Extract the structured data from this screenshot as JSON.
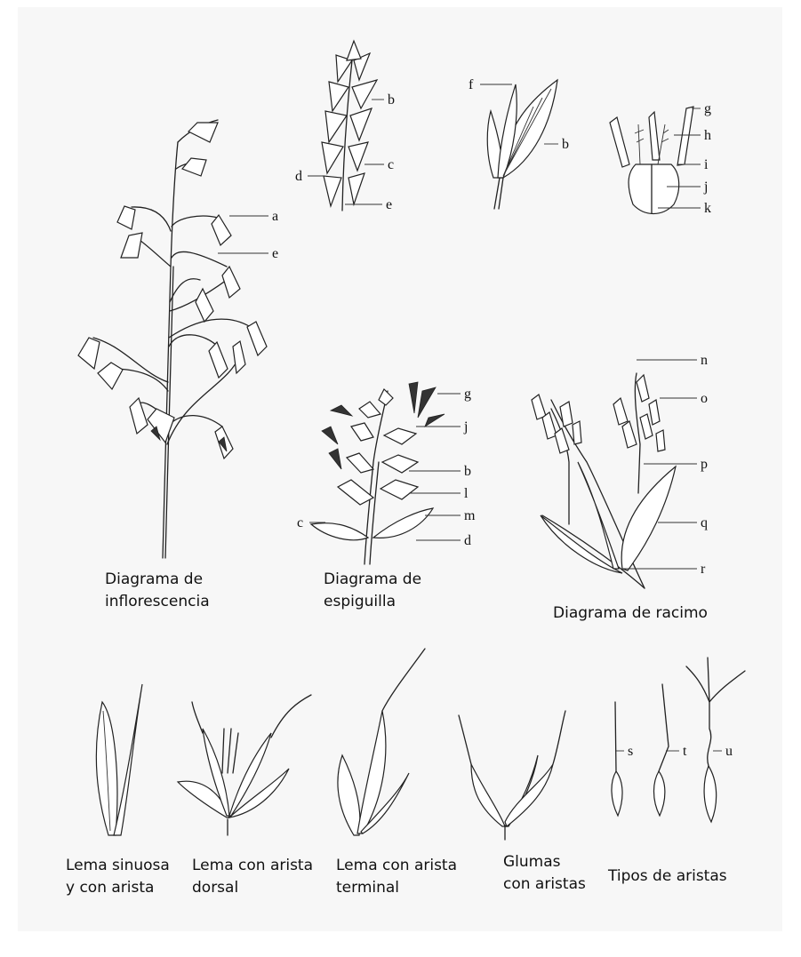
{
  "captions": {
    "inflorescence": [
      "Diagrama de",
      "inflorescencia"
    ],
    "spikelet": [
      "Diagrama de",
      "espiguilla"
    ],
    "raceme": "Diagrama de racimo",
    "lemma_sinuous": [
      "Lema sinuosa",
      "y con arista"
    ],
    "lemma_dorsal": [
      "Lema con arista",
      "dorsal"
    ],
    "lemma_terminal": [
      "Lema con arista",
      "terminal"
    ],
    "glumes": [
      "Glumas",
      "con aristas"
    ],
    "awn_types": "Tipos de aristas"
  },
  "labels": {
    "spike": [
      "b",
      "c",
      "d",
      "e"
    ],
    "floret": [
      "f",
      "b"
    ],
    "flower": [
      "g",
      "h",
      "i",
      "j",
      "k"
    ],
    "inflorescence": [
      "a",
      "e"
    ],
    "spikelet_left": [
      "c"
    ],
    "spikelet_right": [
      "g",
      "j",
      "b",
      "l",
      "m",
      "d"
    ],
    "raceme": [
      "n",
      "o",
      "p",
      "q",
      "r"
    ],
    "awns": [
      "s",
      "t",
      "u"
    ]
  }
}
